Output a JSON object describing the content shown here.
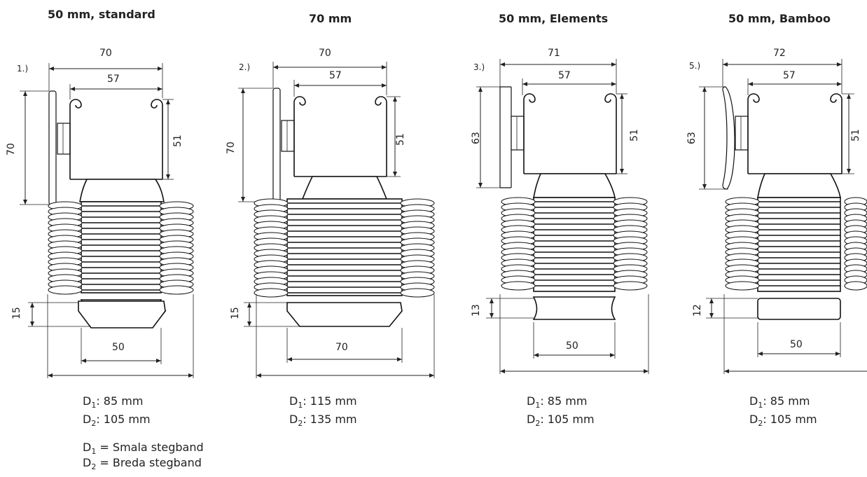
{
  "panels": [
    {
      "id": "standard",
      "title": "50 mm, standard",
      "marker": "1.)",
      "dims": {
        "outer_width": "70",
        "inner_width": "57",
        "rail_height": "70",
        "inner_height": "51",
        "bottom_height": "15",
        "bottom_width": "50"
      },
      "d1_label": "D",
      "d1_sub": "1",
      "d1_value": ": 85 mm",
      "d2_label": "D",
      "d2_sub": "2",
      "d2_value": ": 105 mm"
    },
    {
      "id": "70mm",
      "title": "70 mm",
      "marker": "2.)",
      "dims": {
        "outer_width": "70",
        "inner_width": "57",
        "rail_height": "70",
        "inner_height": "51",
        "bottom_height": "15",
        "bottom_width": "70"
      },
      "d1_label": "D",
      "d1_sub": "1",
      "d1_value": ": 115 mm",
      "d2_label": "D",
      "d2_sub": "2",
      "d2_value": ": 135 mm"
    },
    {
      "id": "elements",
      "title": "50 mm, Elements",
      "marker": "3.)",
      "dims": {
        "outer_width": "71",
        "inner_width": "57",
        "rail_height": "63",
        "inner_height": "51",
        "bottom_height": "13",
        "bottom_width": "50"
      },
      "d1_label": "D",
      "d1_sub": "1",
      "d1_value": ": 85 mm",
      "d2_label": "D",
      "d2_sub": "2",
      "d2_value": ": 105 mm"
    },
    {
      "id": "bamboo",
      "title": "50 mm, Bamboo",
      "marker": "5.)",
      "dims": {
        "outer_width": "72",
        "inner_width": "57",
        "rail_height": "63",
        "inner_height": "51",
        "bottom_height": "12",
        "bottom_width": "50"
      },
      "d1_label": "D",
      "d1_sub": "1",
      "d1_value": ": 85 mm",
      "d2_label": "D",
      "d2_sub": "2",
      "d2_value": ": 105 mm"
    }
  ],
  "legend": {
    "d1_label": "D",
    "d1_sub": "1",
    "d1_text": " = Smala stegband",
    "d2_label": "D",
    "d2_sub": "2",
    "d2_text": " = Breda stegband"
  }
}
